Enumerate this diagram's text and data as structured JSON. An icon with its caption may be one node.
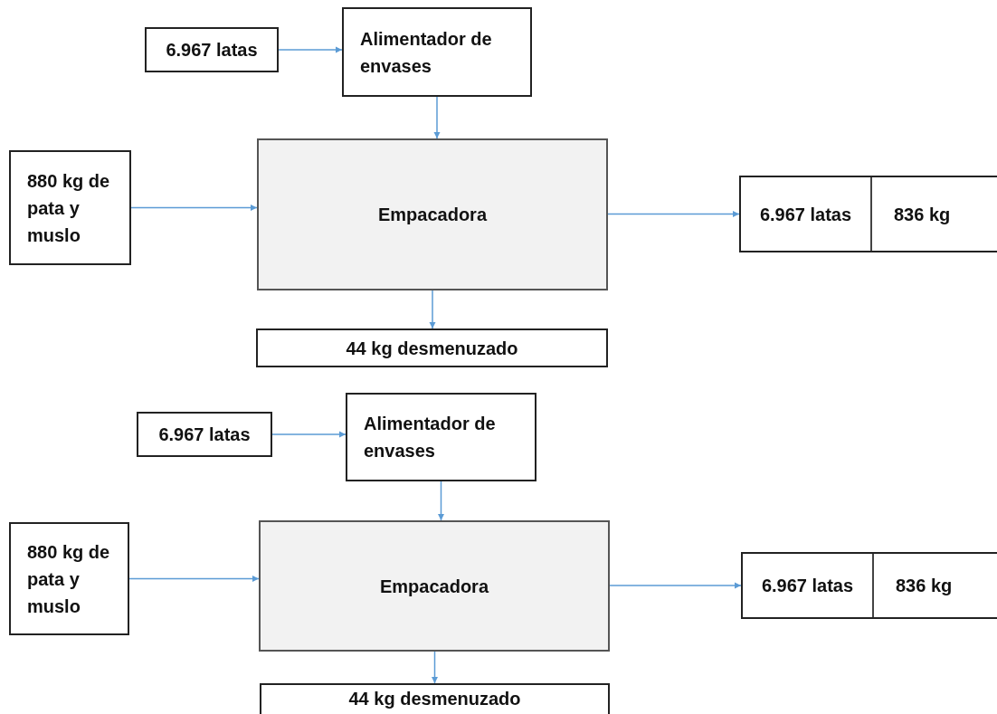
{
  "diagram": {
    "nodes": [
      {
        "text": [
          "6.967 latas"
        ]
      },
      {
        "text": [
          "Alimentador de envases"
        ]
      },
      {
        "text": [
          "880 kg de pata y muslo"
        ]
      },
      {
        "text": [
          "Empacadora"
        ]
      },
      {
        "text": [
          "6.967 latas",
          "836 kg"
        ]
      },
      {
        "text": [
          "44 kg desmenuzado"
        ]
      },
      {
        "text": [
          "6.967 latas"
        ]
      },
      {
        "text": [
          "Alimentador de envases"
        ]
      },
      {
        "text": [
          "880 kg de pata y muslo"
        ]
      },
      {
        "text": [
          "Empacadora"
        ]
      },
      {
        "text": [
          "6.967 latas",
          "836 kg"
        ]
      },
      {
        "text": [
          "44 kg desmenuzado"
        ]
      }
    ],
    "edges": [
      {
        "from": 0,
        "to": 1,
        "arrow": "to"
      },
      {
        "from": 1,
        "to": 3,
        "arrow": "to"
      },
      {
        "from": 2,
        "to": 3,
        "arrow": "to"
      },
      {
        "from": 3,
        "to": 4,
        "arrow": "to"
      },
      {
        "from": 3,
        "to": 5,
        "arrow": "to"
      },
      {
        "from": 6,
        "to": 7,
        "arrow": "to"
      },
      {
        "from": 7,
        "to": 9,
        "arrow": "to"
      },
      {
        "from": 8,
        "to": 9,
        "arrow": "to"
      },
      {
        "from": 9,
        "to": 10,
        "arrow": "to"
      },
      {
        "from": 9,
        "to": 11,
        "arrow": "to"
      }
    ]
  }
}
